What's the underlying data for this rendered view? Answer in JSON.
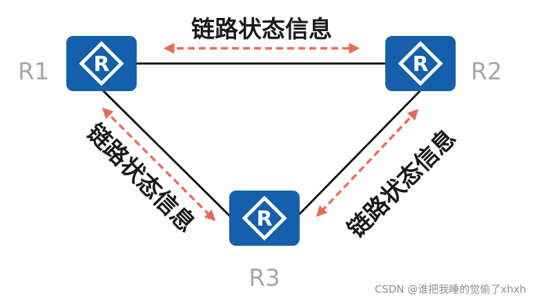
{
  "colors": {
    "router_fill": "#1660ab",
    "router_symbol": "#ffffff",
    "link_line": "#111111",
    "lsa_arrow": "#e36c5d",
    "router_label": "#a6a6a6",
    "lsa_text": "#1a1a1a",
    "watermark": "#8c8c8c"
  },
  "routers": [
    {
      "id": "r1",
      "label": "R1",
      "icon": "router-icon",
      "symbol": "R"
    },
    {
      "id": "r2",
      "label": "R2",
      "icon": "router-icon",
      "symbol": "R"
    },
    {
      "id": "r3",
      "label": "R3",
      "icon": "router-icon",
      "symbol": "R"
    }
  ],
  "links": [
    {
      "from": "R1",
      "to": "R2"
    },
    {
      "from": "R1",
      "to": "R3"
    },
    {
      "from": "R2",
      "to": "R3"
    }
  ],
  "exchanges": [
    {
      "between": "R1-R2",
      "label": "链路状态信息"
    },
    {
      "between": "R1-R3",
      "label": "链路状态信息"
    },
    {
      "between": "R2-R3",
      "label": "链路状态信息"
    }
  ],
  "watermark": "CSDN @谁把我睡的觉偷了xhxh"
}
